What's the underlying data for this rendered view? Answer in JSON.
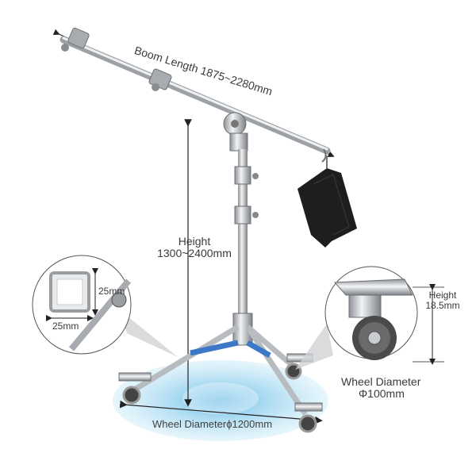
{
  "labels": {
    "boom_length": "Boom Length 1875~2280mm",
    "height_title": "Height",
    "height_value": "1300~2400mm",
    "base_wheel_diameter": "Wheel Diameterϕ1200mm",
    "wheel_diameter_title": "Wheel Diameter",
    "wheel_diameter_value": "Φ100mm",
    "wheel_height_title": "Height",
    "wheel_height_value": "18.5mm",
    "tube_width": "25mm",
    "tube_height": "25mm"
  },
  "colors": {
    "base_ellipse": "#8fd0ee",
    "clamp_blue": "#3b78c8",
    "chrome": "#c9ccd0",
    "sandbag": "#1e1e1e"
  }
}
